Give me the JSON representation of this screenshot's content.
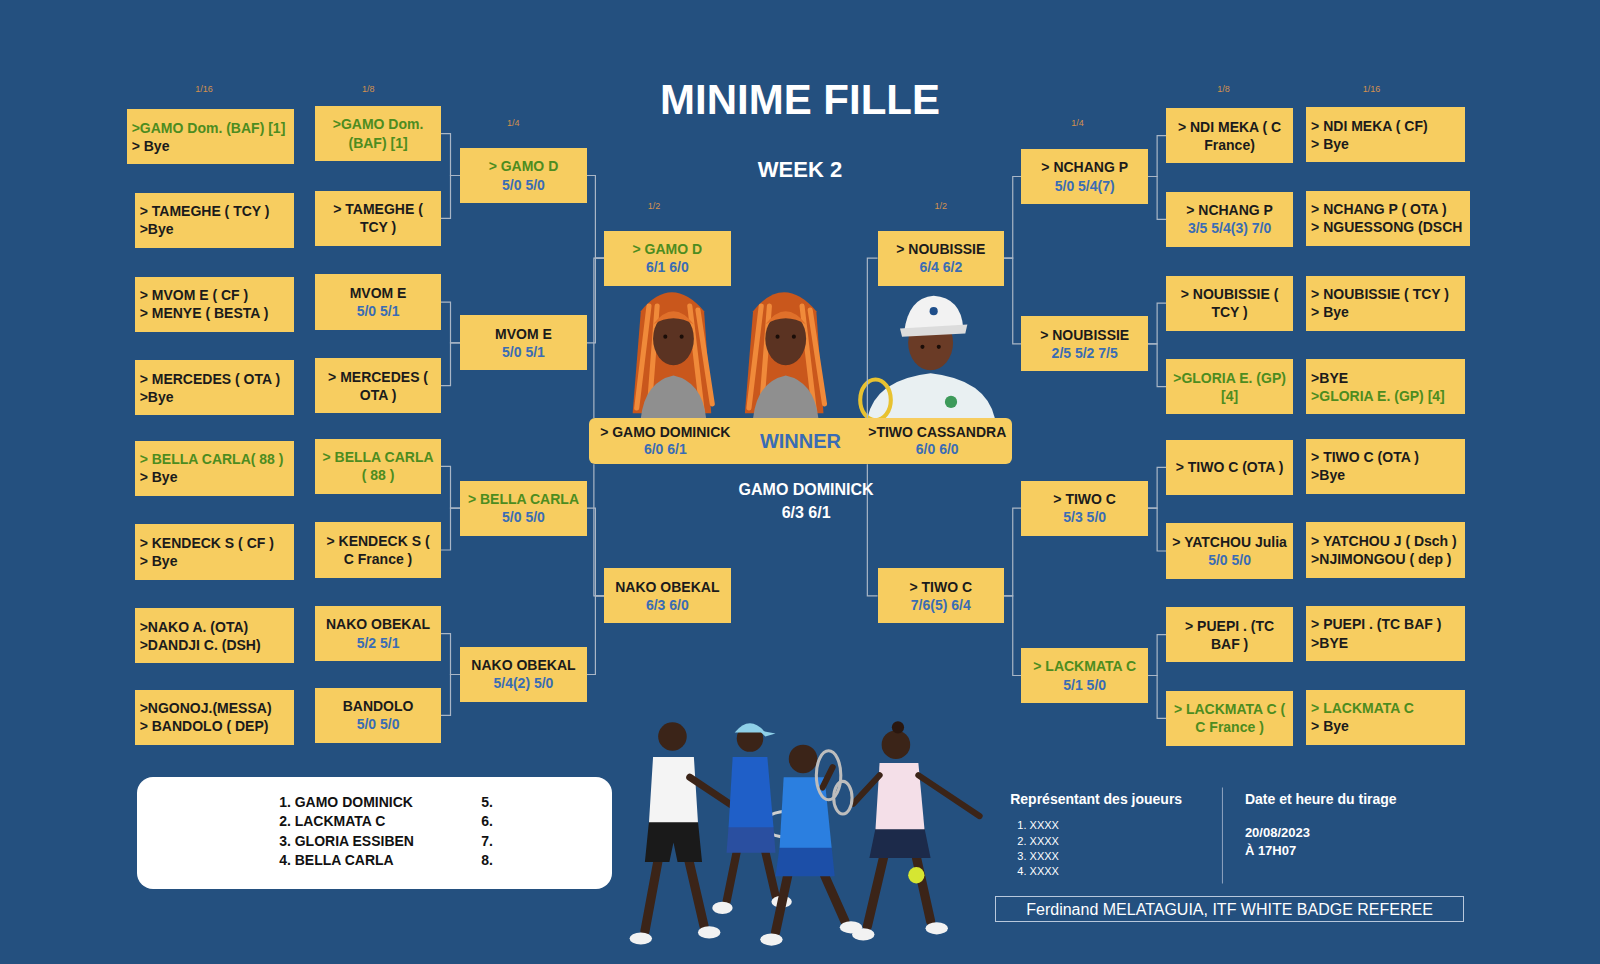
{
  "diagram": {
    "title": "MINIME FILLE",
    "nodes": [
      {
        "text": [
          ">GAMO Dom. (BAF) [1]",
          "> Bye"
        ]
      },
      {
        "text": [
          "> TAMEGHE  ( TCY )",
          ">Bye"
        ]
      },
      {
        "text": [
          "> MVOM E ( CF )",
          "> MENYE ( BESTA )"
        ]
      },
      {
        "text": [
          "> MERCEDES ( OTA )",
          ">Bye"
        ]
      },
      {
        "text": [
          "> BELLA  CARLA( 88 )",
          "> Bye"
        ]
      },
      {
        "text": [
          "> KENDECK S ( CF )",
          "> Bye"
        ]
      },
      {
        "text": [
          ">NAKO A. (OTA)",
          ">DANDJI C. (DSH)"
        ]
      },
      {
        "text": [
          ">NGONOJ.(MESSA)",
          "> BANDOLO ( DEP)"
        ]
      },
      {
        "text": [
          ">GAMO Dom. (BAF) [1]"
        ]
      },
      {
        "text": [
          "> TAMEGHE ( TCY )"
        ]
      },
      {
        "text": [
          "MVOM E",
          "5/0  5/1"
        ]
      },
      {
        "text": [
          "> MERCEDES ( OTA )"
        ]
      },
      {
        "text": [
          "> BELLA  CARLA ( 88 )"
        ]
      },
      {
        "text": [
          "> KENDECK S ( C France )"
        ]
      },
      {
        "text": [
          "NAKO OBEKAL",
          "5/2  5/1"
        ]
      },
      {
        "text": [
          "BANDOLO",
          "5/0  5/0"
        ]
      },
      {
        "text": [
          "> GAMO  D",
          "5/0  5/0"
        ]
      },
      {
        "text": [
          "MVOM E",
          "5/0  5/1"
        ]
      },
      {
        "text": [
          "> BELLA  CARLA",
          "5/0  5/0"
        ]
      },
      {
        "text": [
          "NAKO OBEKAL",
          "5/4(2)  5/0"
        ]
      },
      {
        "text": [
          "> GAMO  D",
          "6/1  6/0"
        ]
      },
      {
        "text": [
          "NAKO OBEKAL",
          "6/3  6/0"
        ]
      },
      {
        "text": [
          "WINNER"
        ]
      },
      {
        "text": [
          "> GAMO DOMINICK",
          "6/0  6/1"
        ],
        "in": 22
      },
      {
        "text": [
          ">TIWO  CASSANDRA",
          "6/0  6/0"
        ],
        "in": 22
      },
      {
        "text": [
          "> NOUBISSIE",
          "6/4  6/2"
        ]
      },
      {
        "text": [
          "> TIWO C",
          "7/6(5)  6/4"
        ]
      },
      {
        "text": [
          "> NCHANG  P",
          "5/0  5/4(7)"
        ]
      },
      {
        "text": [
          "> NOUBISSIE",
          "2/5  5/2  7/5"
        ]
      },
      {
        "text": [
          "> TIWO C",
          "5/3  5/0"
        ]
      },
      {
        "text": [
          "> LACKMATA C",
          "5/1  5/0"
        ]
      },
      {
        "text": [
          "> NDI MEKA ( C France)"
        ]
      },
      {
        "text": [
          "> NCHANG  P",
          "3/5  5/4(3)  7/0"
        ]
      },
      {
        "text": [
          "> NOUBISSIE ( TCY )"
        ]
      },
      {
        "text": [
          ">GLORIA E. (GP) [4]"
        ]
      },
      {
        "text": [
          "> TIWO C (OTA )"
        ]
      },
      {
        "text": [
          "> YATCHOU Julia",
          "5/0  5/0"
        ]
      },
      {
        "text": [
          "> PUEPI  . (TC BAF )"
        ]
      },
      {
        "text": [
          "> LACKMATA C ( C France )"
        ]
      },
      {
        "text": [
          "> NDI MEKA  ( CF)",
          "> Bye"
        ]
      },
      {
        "text": [
          "> NCHANG P ( OTA )",
          "> NGUESSONG (DSCH"
        ]
      },
      {
        "text": [
          "> NOUBISSIE  ( TCY )",
          ">  Bye"
        ]
      },
      {
        "text": [
          ">BYE",
          ">GLORIA E. (GP) [4]"
        ]
      },
      {
        "text": [
          "> TIWO C (OTA )",
          ">Bye"
        ]
      },
      {
        "text": [
          "> YATCHOU J ( Dsch )",
          ">NJIMONGOU ( dep )"
        ]
      },
      {
        "text": [
          "> PUEPI  . (TC BAF )",
          ">BYE"
        ]
      },
      {
        "text": [
          "> LACKMATA C",
          "> Bye"
        ]
      },
      {
        "text": [
          "1. GAMO DOMINICK",
          "2. LACKMATA C",
          "3. GLORIA ESSIBEN",
          "4. BELLA CARLA",
          "5.",
          "6.",
          "7.",
          "8."
        ]
      },
      {
        "text": [
          "Ferdinand MELATAGUIA, ITF WHITE BADGE REFEREE"
        ]
      }
    ],
    "edges": [
      {
        "from": 8,
        "to": 16,
        "arrow": "none"
      },
      {
        "from": 9,
        "to": 16,
        "arrow": "none"
      },
      {
        "from": 10,
        "to": 17,
        "arrow": "none"
      },
      {
        "from": 11,
        "to": 17,
        "arrow": "none"
      },
      {
        "from": 12,
        "to": 18,
        "arrow": "none"
      },
      {
        "from": 13,
        "to": 18,
        "arrow": "none"
      },
      {
        "from": 14,
        "to": 19,
        "arrow": "none"
      },
      {
        "from": 15,
        "to": 19,
        "arrow": "none"
      },
      {
        "from": 16,
        "to": 20,
        "arrow": "none"
      },
      {
        "from": 17,
        "to": 20,
        "arrow": "none"
      },
      {
        "from": 18,
        "to": 21,
        "arrow": "none"
      },
      {
        "from": 19,
        "to": 21,
        "arrow": "none"
      },
      {
        "from": 20,
        "to": 23,
        "arrow": "none"
      },
      {
        "from": 21,
        "to": 23,
        "arrow": "none"
      },
      {
        "from": 25,
        "to": 24,
        "arrow": "none"
      },
      {
        "from": 26,
        "to": 24,
        "arrow": "none"
      },
      {
        "from": 27,
        "to": 25,
        "arrow": "none"
      },
      {
        "from": 28,
        "to": 25,
        "arrow": "none"
      },
      {
        "from": 29,
        "to": 26,
        "arrow": "none"
      },
      {
        "from": 30,
        "to": 26,
        "arrow": "none"
      },
      {
        "from": 31,
        "to": 27,
        "arrow": "none"
      },
      {
        "from": 32,
        "to": 27,
        "arrow": "none"
      },
      {
        "from": 33,
        "to": 28,
        "arrow": "none"
      },
      {
        "from": 34,
        "to": 28,
        "arrow": "none"
      },
      {
        "from": 35,
        "to": 29,
        "arrow": "none"
      },
      {
        "from": 36,
        "to": 29,
        "arrow": "none"
      },
      {
        "from": 37,
        "to": 30,
        "arrow": "none"
      },
      {
        "from": 38,
        "to": 30,
        "arrow": "none"
      }
    ],
    "labels": [
      "1/16",
      "1/8",
      "1/4",
      "1/2",
      "WEEK 2",
      "1/2",
      "1/4",
      "1/8",
      "1/16",
      "GAMO DOMINICK",
      "6/3  6/1",
      "Représentant des joueurs",
      "1. XXXX",
      "2. XXXX",
      "3. XXXX",
      "4. XXXX",
      "Date et heure du tirage",
      "20/08/2023",
      "À 17H07"
    ]
  }
}
